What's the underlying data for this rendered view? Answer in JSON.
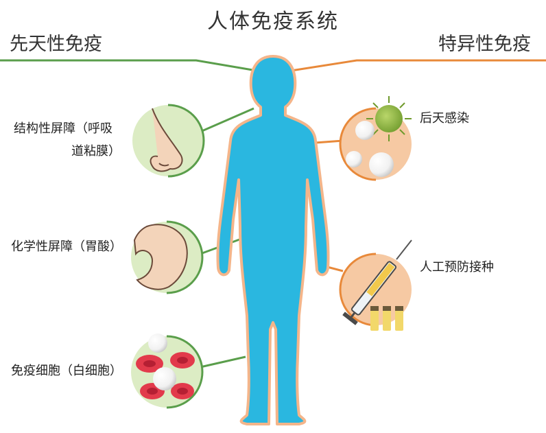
{
  "title": "人体免疫系统",
  "innate": {
    "heading": "先天性免疫",
    "items": [
      {
        "label_line1": "结构性屏障（呼吸",
        "label_line2": "道粘膜）",
        "icon": "nose-icon"
      },
      {
        "label": "化学性屏障（胃酸）",
        "icon": "stomach-icon"
      },
      {
        "label": "免疫细胞（白细胞）",
        "icon": "blood-cells-icon"
      }
    ]
  },
  "adaptive": {
    "heading": "特异性免疫",
    "items": [
      {
        "label": "后天感染",
        "icon": "virus-icon"
      },
      {
        "label": "人工预防接种",
        "icon": "syringe-vaccine-icon"
      }
    ]
  },
  "colors": {
    "innate_line": "#5a9e4b",
    "adaptive_line": "#e8893a",
    "body_fill": "#2ab7e0",
    "body_outline": "#f4b58a",
    "innate_circle": "#dcecc4",
    "adaptive_circle": "#f6c9a3"
  }
}
